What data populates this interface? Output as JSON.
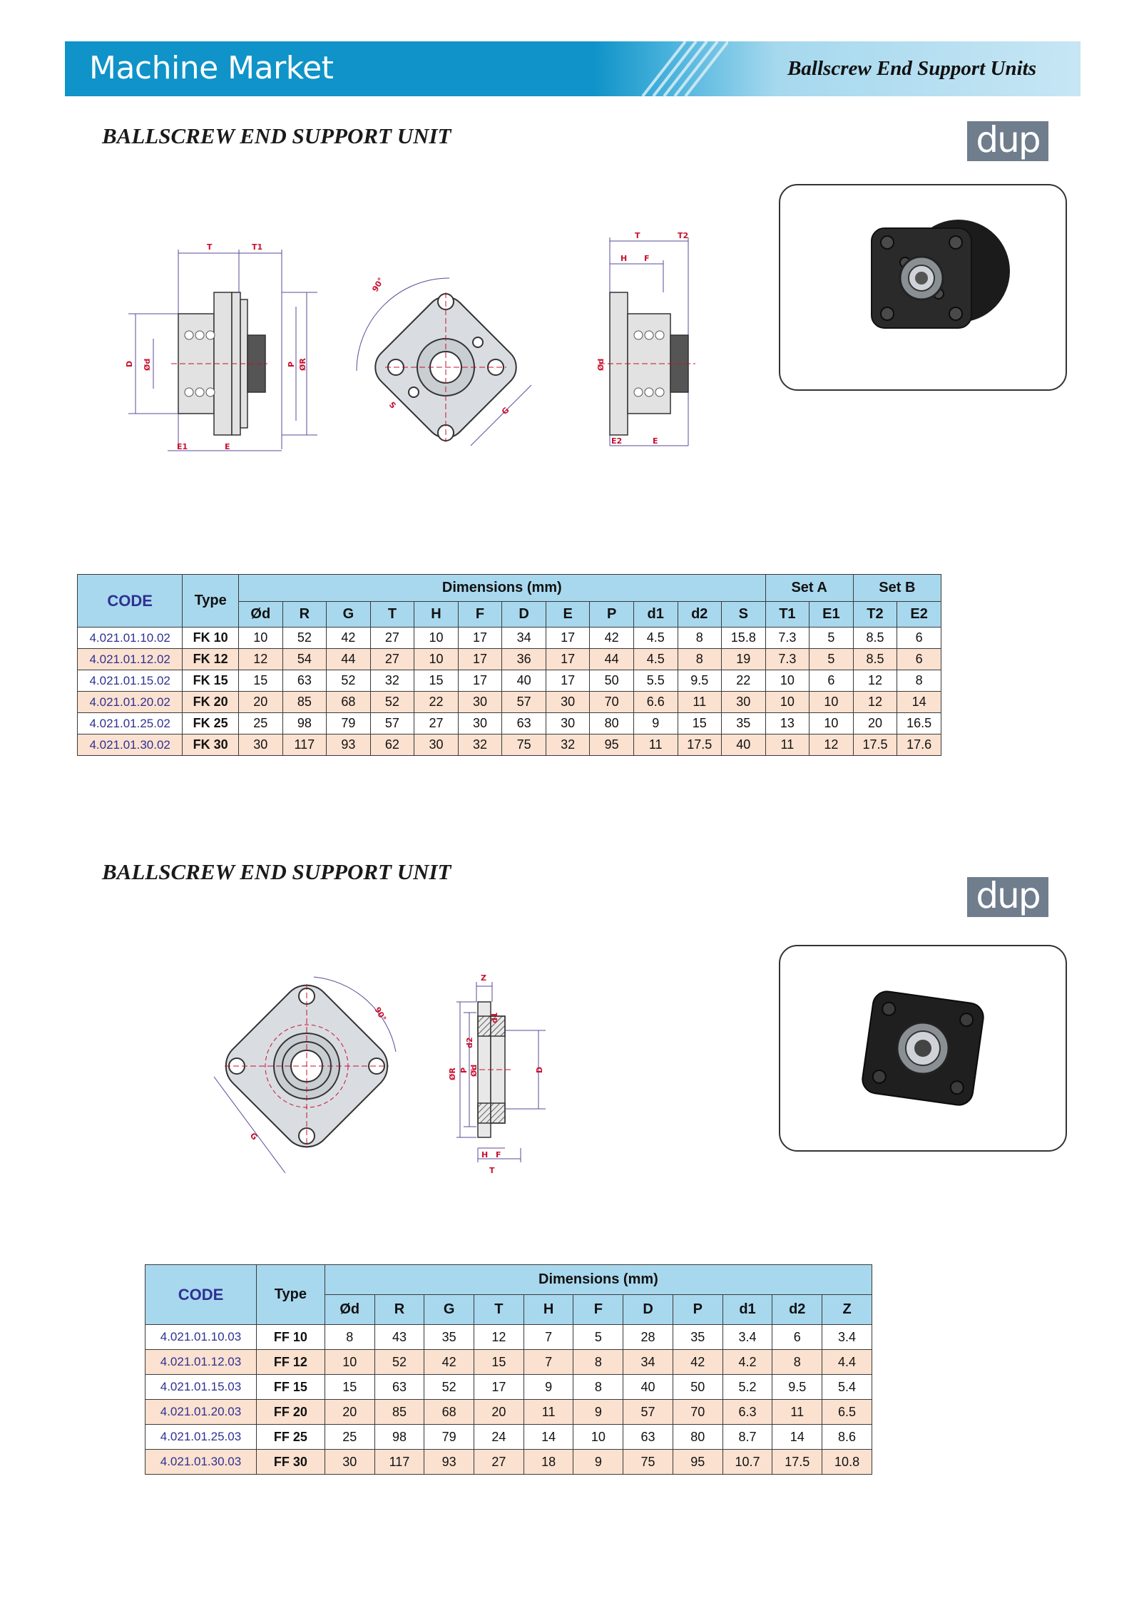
{
  "header": {
    "brand": "Machine Market",
    "section": "Ballscrew End Support Units"
  },
  "logo_text": "dup",
  "colors": {
    "header_blue": "#0f93c8",
    "table_head": "#a8d8ee",
    "row_alt": "#fbe1d0",
    "code_text": "#2e3192"
  },
  "fk": {
    "heading": "BALLSCREW END SUPPORT UNIT",
    "headers": {
      "code": "CODE",
      "type": "Type",
      "dims": "Dimensions (mm)",
      "set_a": "Set A",
      "set_b": "Set B",
      "columns": [
        "Ød",
        "R",
        "G",
        "T",
        "H",
        "F",
        "D",
        "E",
        "P",
        "d1",
        "d2",
        "S",
        "T1",
        "E1",
        "T2",
        "E2"
      ]
    },
    "rows": [
      {
        "code": "4.021.01.10.02",
        "type": "FK 10",
        "vals": [
          "10",
          "52",
          "42",
          "27",
          "10",
          "17",
          "34",
          "17",
          "42",
          "4.5",
          "8",
          "15.8",
          "7.3",
          "5",
          "8.5",
          "6"
        ]
      },
      {
        "code": "4.021.01.12.02",
        "type": "FK 12",
        "vals": [
          "12",
          "54",
          "44",
          "27",
          "10",
          "17",
          "36",
          "17",
          "44",
          "4.5",
          "8",
          "19",
          "7.3",
          "5",
          "8.5",
          "6"
        ]
      },
      {
        "code": "4.021.01.15.02",
        "type": "FK 15",
        "vals": [
          "15",
          "63",
          "52",
          "32",
          "15",
          "17",
          "40",
          "17",
          "50",
          "5.5",
          "9.5",
          "22",
          "10",
          "6",
          "12",
          "8"
        ]
      },
      {
        "code": "4.021.01.20.02",
        "type": "FK 20",
        "vals": [
          "20",
          "85",
          "68",
          "52",
          "22",
          "30",
          "57",
          "30",
          "70",
          "6.6",
          "11",
          "30",
          "10",
          "10",
          "12",
          "14"
        ]
      },
      {
        "code": "4.021.01.25.02",
        "type": "FK 25",
        "vals": [
          "25",
          "98",
          "79",
          "57",
          "27",
          "30",
          "63",
          "30",
          "80",
          "9",
          "15",
          "35",
          "13",
          "10",
          "20",
          "16.5"
        ]
      },
      {
        "code": "4.021.01.30.02",
        "type": "FK 30",
        "vals": [
          "30",
          "117",
          "93",
          "62",
          "30",
          "32",
          "75",
          "32",
          "95",
          "11",
          "17.5",
          "40",
          "11",
          "12",
          "17.5",
          "17.6"
        ]
      }
    ],
    "drawing_labels": {
      "T": "T",
      "T1": "T1",
      "T2": "T2",
      "D": "D",
      "d": "Ød",
      "P": "P",
      "R": "ØR",
      "E": "E",
      "E1": "E1",
      "E2": "E2",
      "H": "H",
      "F": "F",
      "S": "S",
      "G": "G",
      "angle": "90°"
    }
  },
  "ff": {
    "heading": "BALLSCREW END SUPPORT UNIT",
    "headers": {
      "code": "CODE",
      "type": "Type",
      "dims": "Dimensions (mm)",
      "columns": [
        "Ød",
        "R",
        "G",
        "T",
        "H",
        "F",
        "D",
        "P",
        "d1",
        "d2",
        "Z"
      ]
    },
    "rows": [
      {
        "code": "4.021.01.10.03",
        "type": "FF 10",
        "vals": [
          "8",
          "43",
          "35",
          "12",
          "7",
          "5",
          "28",
          "35",
          "3.4",
          "6",
          "3.4"
        ]
      },
      {
        "code": "4.021.01.12.03",
        "type": "FF 12",
        "vals": [
          "10",
          "52",
          "42",
          "15",
          "7",
          "8",
          "34",
          "42",
          "4.2",
          "8",
          "4.4"
        ]
      },
      {
        "code": "4.021.01.15.03",
        "type": "FF 15",
        "vals": [
          "15",
          "63",
          "52",
          "17",
          "9",
          "8",
          "40",
          "50",
          "5.2",
          "9.5",
          "5.4"
        ]
      },
      {
        "code": "4.021.01.20.03",
        "type": "FF 20",
        "vals": [
          "20",
          "85",
          "68",
          "20",
          "11",
          "9",
          "57",
          "70",
          "6.3",
          "11",
          "6.5"
        ]
      },
      {
        "code": "4.021.01.25.03",
        "type": "FF 25",
        "vals": [
          "25",
          "98",
          "79",
          "24",
          "14",
          "10",
          "63",
          "80",
          "8.7",
          "14",
          "8.6"
        ]
      },
      {
        "code": "4.021.01.30.03",
        "type": "FF 30",
        "vals": [
          "30",
          "117",
          "93",
          "27",
          "18",
          "9",
          "75",
          "95",
          "10.7",
          "17.5",
          "10.8"
        ]
      }
    ],
    "drawing_labels": {
      "Z": "Z",
      "d1": "d1",
      "d2": "d2",
      "R": "ØR",
      "P": "P",
      "d": "Ød",
      "D": "D",
      "H": "H",
      "F": "F",
      "T": "T",
      "G": "G",
      "angle": "90°"
    }
  }
}
